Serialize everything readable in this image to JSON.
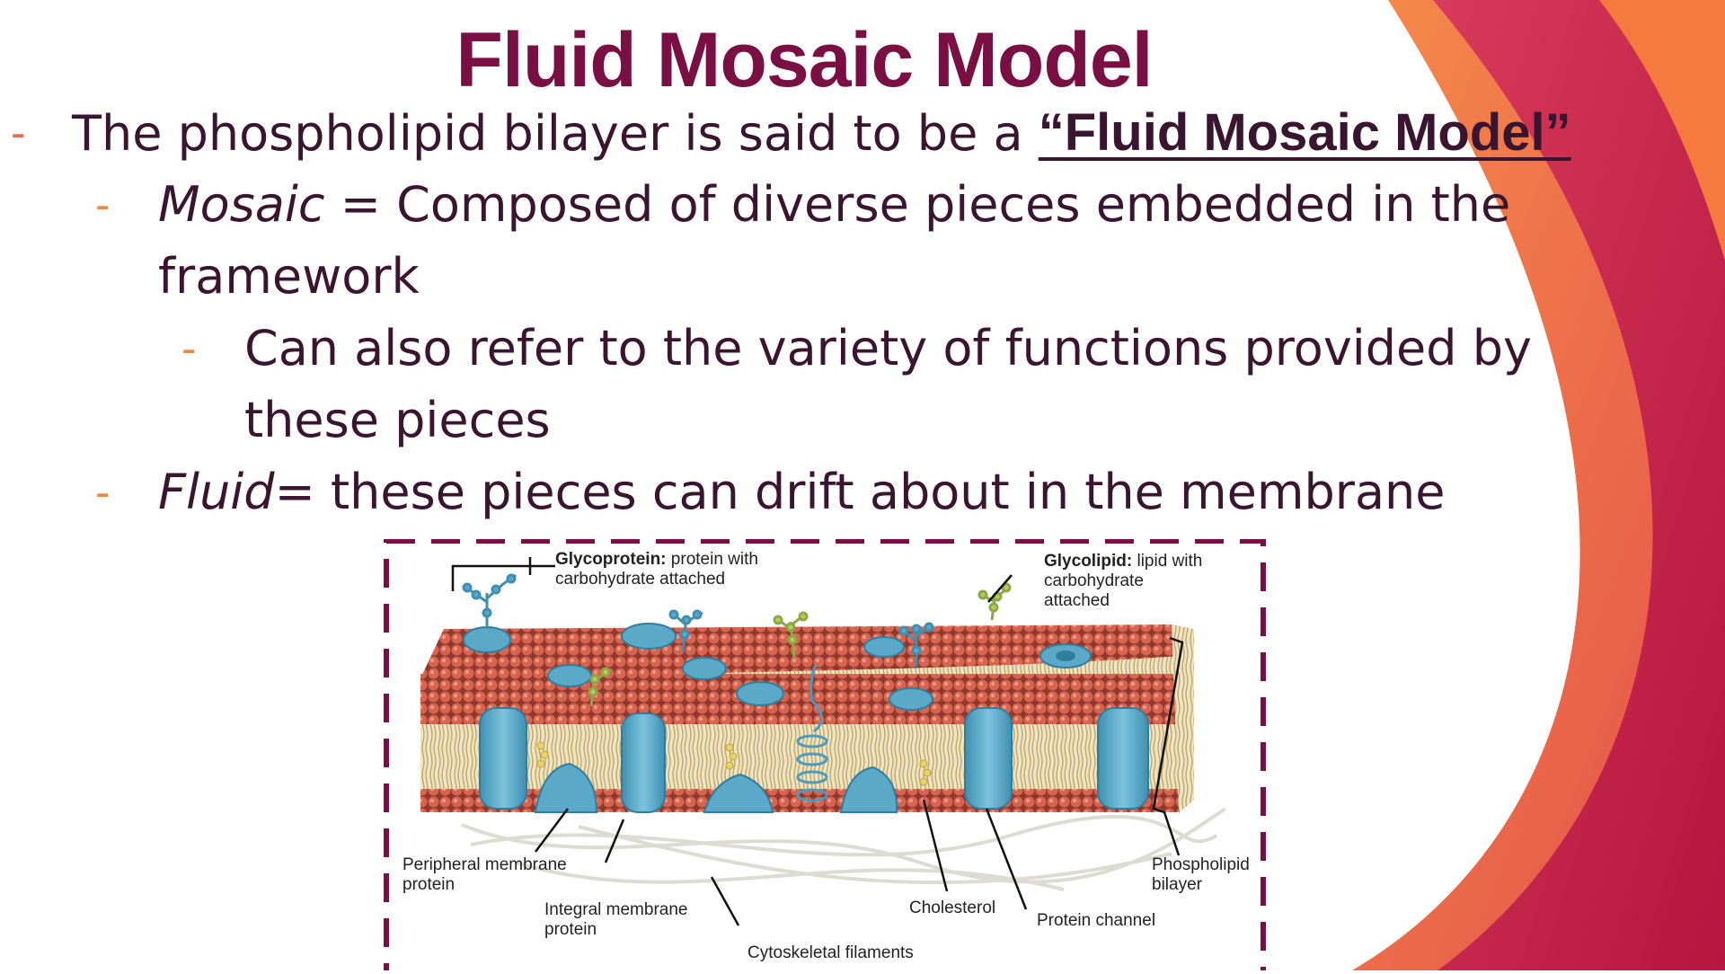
{
  "slide": {
    "title": "Fluid Mosaic Model",
    "bullets": [
      {
        "dash": "-",
        "text": "The phospholipid bilayer is said to be a ",
        "emphasis": "“Fluid Mosaic Model”"
      },
      {
        "dash": "-",
        "term": "Mosaic",
        "text_line1": " = Composed of diverse pieces embedded in the",
        "text_line2": "framework"
      },
      {
        "dash": "-",
        "text_line1": "Can also refer to the variety of functions provided by",
        "text_line2": "these pieces"
      },
      {
        "dash": "-",
        "term": "Fluid",
        "text": "= these pieces can drift about in the membrane"
      }
    ]
  },
  "figure": {
    "labels": {
      "glycoprotein_term": "Glycoprotein:",
      "glycoprotein_desc1": " protein with",
      "glycoprotein_desc2": "carbohydrate attached",
      "glycolipid_term": "Glycolipid:",
      "glycolipid_desc1": " lipid with",
      "glycolipid_desc2": "carbohydrate",
      "glycolipid_desc3": "attached",
      "peripheral1": "Peripheral membrane",
      "peripheral2": "protein",
      "integral1": "Integral membrane",
      "integral2": "protein",
      "cytoskeletal": "Cytoskeletal filaments",
      "cholesterol": "Cholesterol",
      "channel": "Protein channel",
      "bilayer1": "Phospholipid",
      "bilayer2": "bilayer"
    }
  },
  "colors": {
    "title": "#7a0f43",
    "text": "#3a1530",
    "dash": "#f08a3c",
    "frame": "#7a0f43",
    "accent_crimson": "#c2224f",
    "accent_orange": "#f27a45",
    "lipid_head": "#cf5a4b",
    "protein": "#5aa9c8"
  }
}
